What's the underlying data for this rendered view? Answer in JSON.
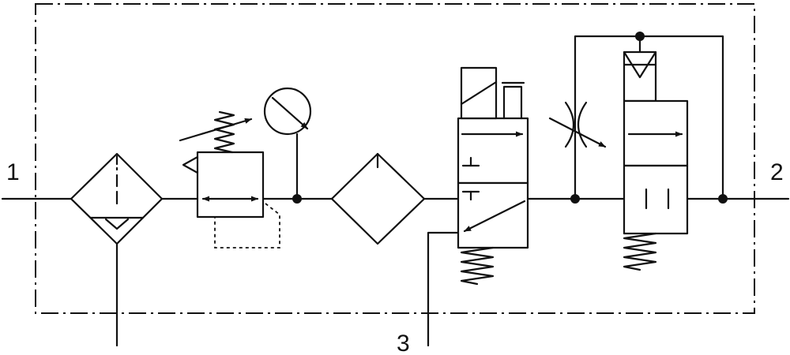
{
  "diagram": {
    "ports": [
      {
        "id": "inlet",
        "label": "1"
      },
      {
        "id": "outlet",
        "label": "2"
      },
      {
        "id": "exhaust",
        "label": "3"
      }
    ],
    "components": [
      {
        "id": "filter-water-separator",
        "icon": "filter-drain-icon"
      },
      {
        "id": "pressure-regulator",
        "icon": "regulator-icon"
      },
      {
        "id": "pressure-gauge",
        "icon": "gauge-icon"
      },
      {
        "id": "fine-filter",
        "icon": "filter-icon"
      },
      {
        "id": "solenoid-valve",
        "icon": "solenoid-valve-icon"
      },
      {
        "id": "adjustable-throttle",
        "icon": "throttle-icon"
      },
      {
        "id": "soft-start-valve",
        "icon": "pilot-valve-icon"
      }
    ],
    "colors": {
      "line": "#111111",
      "background": "#ffffff"
    }
  }
}
